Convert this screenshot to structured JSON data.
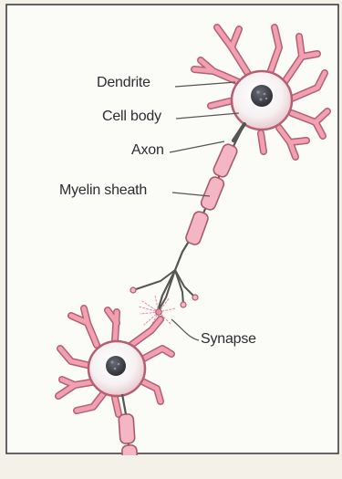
{
  "diagram": {
    "labels": {
      "dendrite": "Dendrite",
      "cell_body": "Cell body",
      "axon": "Axon",
      "myelin_sheath": "Myelin sheath",
      "synapse": "Synapse"
    },
    "colors": {
      "background": "#fbfbf8",
      "neuron_pink": "#f0a0b1",
      "neuron_outline": "#b65f73",
      "myelin_fill": "#f3b6c2",
      "nucleus": "#3b3b44",
      "leader_line": "#555555",
      "frame": "#333333"
    }
  }
}
